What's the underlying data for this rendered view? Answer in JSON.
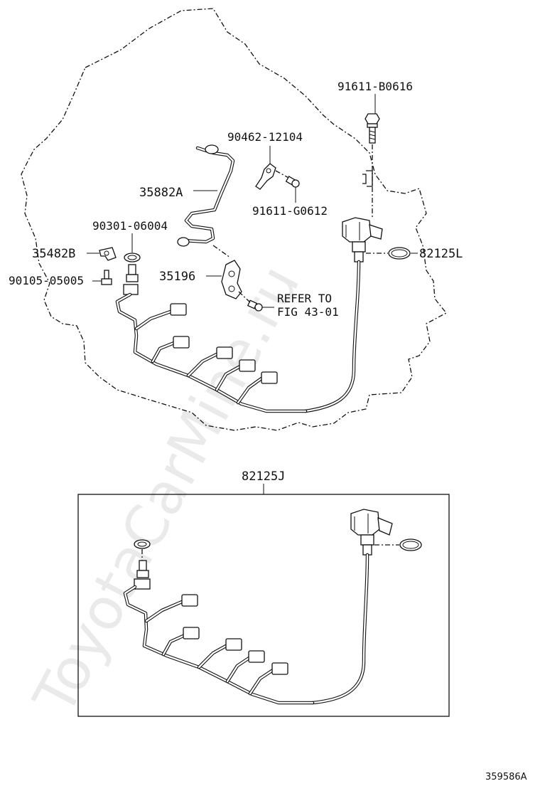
{
  "diagram": {
    "labels": {
      "bolt_top": "91611-B0616",
      "clamp": "90462-12104",
      "bolt_clamp": "91611-G0612",
      "tube": "35882A",
      "gasket": "90301-06004",
      "plate": "35482B",
      "screw": "90105-05005",
      "lever": "35196",
      "refer_line1": "REFER TO",
      "refer_line2": "FIG 43-01",
      "oring": "82125L",
      "assembly": "82125J"
    },
    "figure_number": "359586A",
    "watermark": "ToyotaCarMine.ru"
  }
}
